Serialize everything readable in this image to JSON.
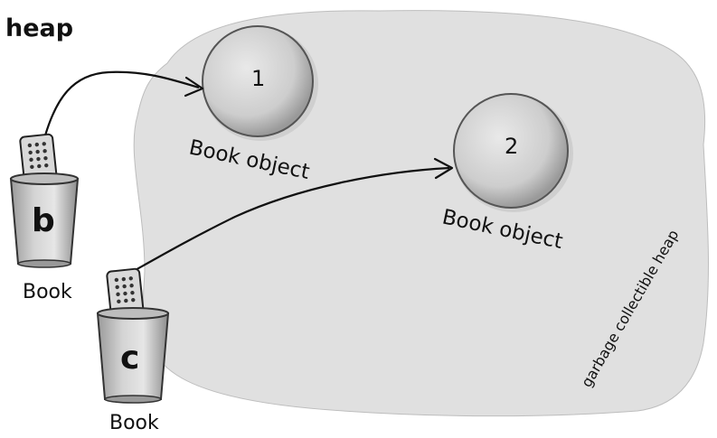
{
  "heading": "heap",
  "heap_label": "garbage collectible heap",
  "objects": [
    {
      "number": "1",
      "label": "Book object"
    },
    {
      "number": "2",
      "label": "Book object"
    }
  ],
  "references": [
    {
      "name": "b",
      "type": "Book",
      "points_to": "1"
    },
    {
      "name": "c",
      "type": "Book",
      "points_to": "2"
    }
  ],
  "colors": {
    "heap_fill": "#e0e0e0",
    "object_fill": "#cfcfcf",
    "line": "#111111"
  }
}
